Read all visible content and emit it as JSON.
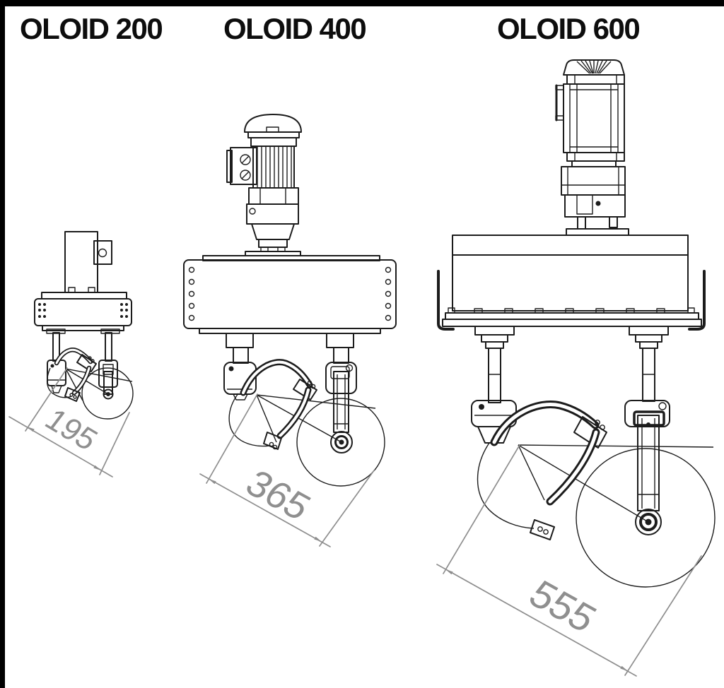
{
  "page": {
    "background": "#ffffff",
    "frame_color": "#000000",
    "drawing_line_color": "#1c1c1c",
    "dimension_color": "#8e8e8e"
  },
  "figures": [
    {
      "title": "OLOID 200",
      "dimension_label": "195"
    },
    {
      "title": "OLOID 400",
      "dimension_label": "365"
    },
    {
      "title": "OLOID 600",
      "dimension_label": "555"
    }
  ]
}
